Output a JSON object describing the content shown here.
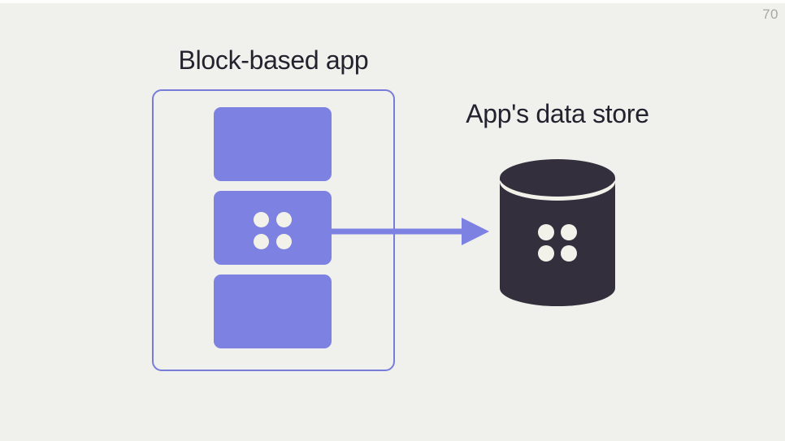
{
  "page": {
    "number": "70"
  },
  "diagram": {
    "app": {
      "title": "Block-based app",
      "blocks": [
        "block",
        "block-with-data-icon",
        "block"
      ],
      "middle_block_icon": "four-dots-icon"
    },
    "datastore": {
      "title": "App's data store",
      "icon": "database-cylinder-icon",
      "icon_overlay": "four-dots-icon"
    },
    "connector": {
      "type": "arrow-right",
      "from": "middle-block",
      "to": "datastore"
    },
    "colors": {
      "background": "#f0f1ec",
      "block_purple": "#7c81e2",
      "container_border": "#767cd8",
      "arrow_purple": "#7c81e2",
      "cylinder_dark": "#332f3d",
      "dot_white": "#f3f2ea",
      "title_text": "#25222f",
      "page_number_gray": "#a7a8a3"
    }
  }
}
